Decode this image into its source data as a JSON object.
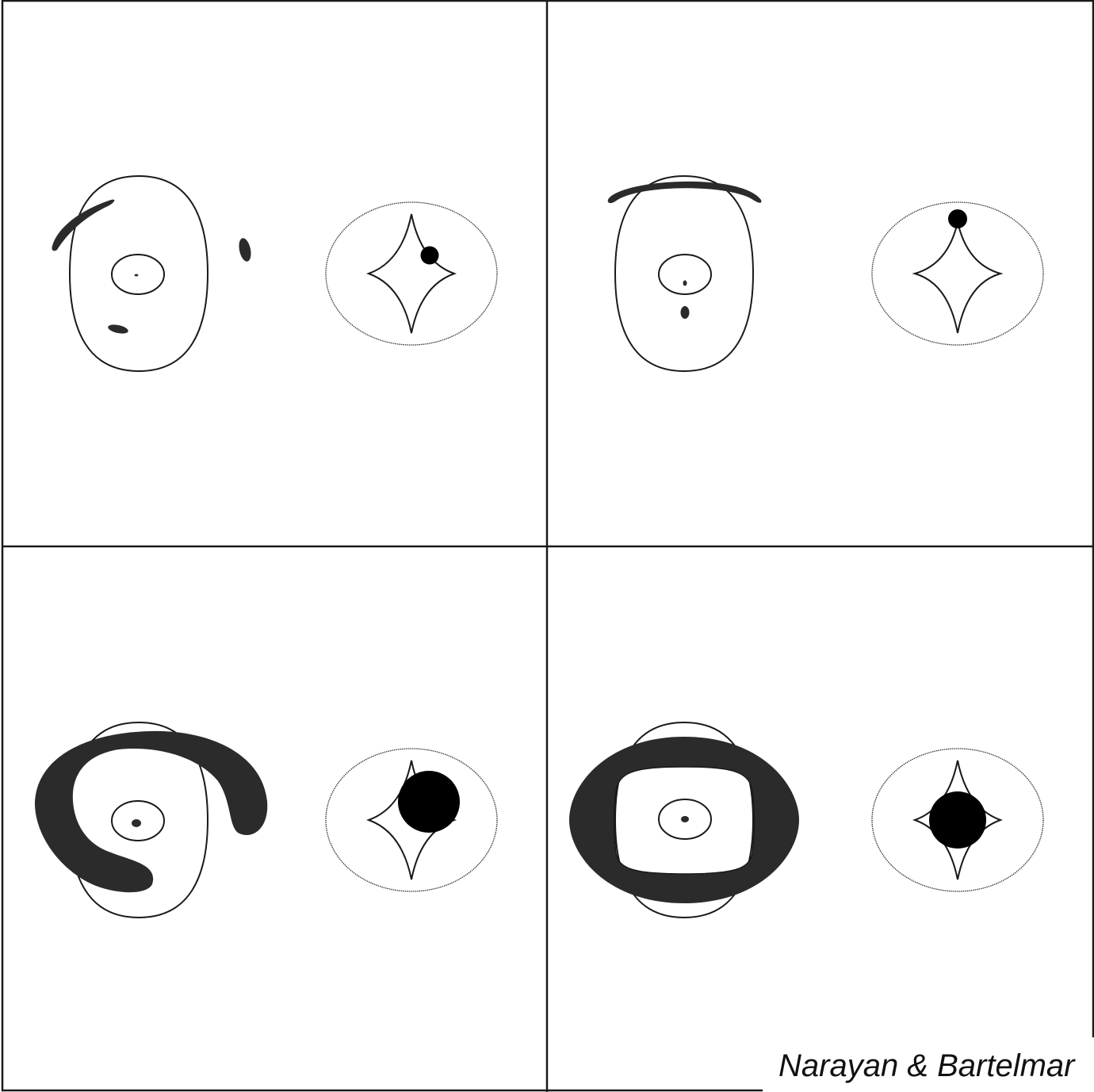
{
  "figure": {
    "description_visible_text": "",
    "credit": "Narayan & Bartelmar"
  },
  "panels": [
    {
      "id": "panel-top-left",
      "source_position": "off-axis near cusp",
      "image_count": 4
    },
    {
      "id": "panel-top-right",
      "source_position": "on cusp (top)",
      "image_count": 3
    },
    {
      "id": "panel-bottom-left",
      "source_position": "extended source overlapping caustic",
      "image_count": 2
    },
    {
      "id": "panel-bottom-right",
      "source_position": "extended source centered",
      "image_count": 2
    }
  ],
  "colors": {
    "line": "#1a1a1a",
    "fill": "#2b2b2b",
    "source": "#000000",
    "background": "#ffffff"
  }
}
